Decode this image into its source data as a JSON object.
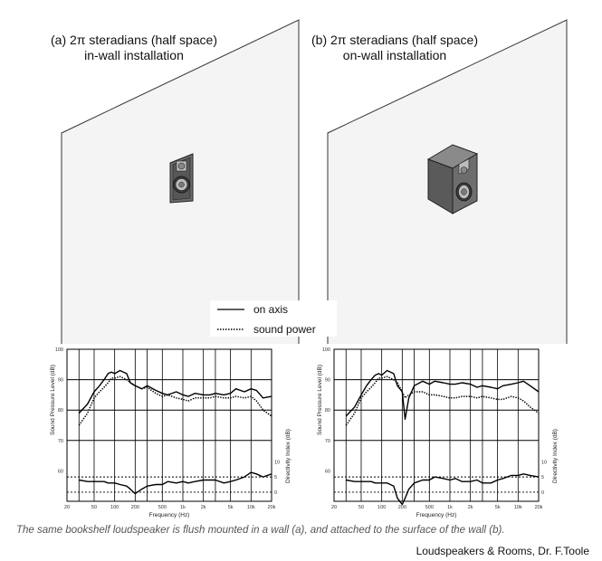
{
  "panel_a": {
    "title_line1": "(a) 2π steradians (half space)",
    "title_line2": "in-wall installation"
  },
  "panel_b": {
    "title_line1": "(b) 2π steradians (half space)",
    "title_line2": "on-wall installation"
  },
  "legend": {
    "on_axis": "on axis",
    "sound_power": "sound power"
  },
  "caption": "The same bookshelf loudspeaker is flush mounted in a wall (a), and attached to the surface of the wall (b).",
  "credit": "Loudspeakers & Rooms, Dr. F.Toole",
  "colors": {
    "wall_fill": "#f4f4f4",
    "wall_stroke": "#333333",
    "speaker_fill": "#6d6d6d",
    "speaker_dark": "#4a4a4a",
    "grid": "#000000"
  },
  "chart_data": [
    {
      "type": "line",
      "panel": "a",
      "xlabel": "Frequency (Hz)",
      "ylabel": "Sound Pressure Level (dB)",
      "y2label": "Directivity Index (dB)",
      "xscale": "log",
      "xlim": [
        20,
        20000
      ],
      "ylim": [
        50,
        100
      ],
      "x_ticks": [
        "20",
        "50",
        "100",
        "200",
        "500",
        "1k",
        "2k",
        "5k",
        "10k",
        "20k"
      ],
      "y_ticks": [
        "100",
        "90",
        "80",
        "70",
        "60"
      ],
      "y2_ticks": [
        "10",
        "5",
        "0"
      ],
      "series": [
        {
          "name": "on axis",
          "style": "solid",
          "x": [
            30,
            40,
            50,
            60,
            70,
            80,
            90,
            100,
            120,
            150,
            170,
            200,
            250,
            300,
            400,
            500,
            600,
            800,
            1000,
            1200,
            1500,
            2000,
            2500,
            3000,
            4000,
            5000,
            6000,
            8000,
            10000,
            12000,
            15000,
            20000
          ],
          "y": [
            79,
            82,
            86,
            88,
            90,
            92,
            92.5,
            92,
            93,
            92,
            89,
            88,
            87,
            88,
            86.5,
            85.5,
            85,
            86,
            85,
            84.5,
            85.5,
            85,
            85,
            85.5,
            85,
            85.5,
            87,
            86,
            87,
            86.5,
            84,
            84.5
          ]
        },
        {
          "name": "sound power",
          "style": "dotted",
          "x": [
            30,
            40,
            50,
            60,
            70,
            80,
            90,
            100,
            120,
            150,
            170,
            200,
            250,
            300,
            400,
            500,
            600,
            800,
            1000,
            1200,
            1500,
            2000,
            2500,
            3000,
            4000,
            5000,
            6000,
            8000,
            10000,
            12000,
            15000,
            20000
          ],
          "y": [
            75,
            79,
            84,
            86,
            87.5,
            89,
            90.5,
            90.5,
            91,
            90,
            89,
            88,
            87,
            87.5,
            85.5,
            84.5,
            85,
            84,
            83.5,
            83,
            84,
            84,
            84,
            84.5,
            84,
            84,
            84.5,
            84,
            84.5,
            83,
            80,
            78
          ]
        },
        {
          "name": "directivity index",
          "style": "solid",
          "x": [
            30,
            40,
            50,
            60,
            70,
            80,
            90,
            100,
            120,
            150,
            170,
            200,
            250,
            300,
            400,
            500,
            600,
            800,
            1000,
            1200,
            1500,
            2000,
            2500,
            3000,
            4000,
            5000,
            6000,
            8000,
            10000,
            12000,
            15000,
            20000
          ],
          "y": [
            4,
            3.5,
            3.5,
            3.5,
            3.5,
            3,
            3,
            3,
            2.5,
            2,
            1,
            -0.5,
            1,
            2,
            2.5,
            2.5,
            3.5,
            3,
            3.5,
            3,
            3.5,
            4,
            4,
            4,
            3,
            3.5,
            4,
            5,
            6.5,
            6,
            5,
            6
          ]
        }
      ]
    },
    {
      "type": "line",
      "panel": "b",
      "xlabel": "Frequency (Hz)",
      "ylabel": "Sound Pressure Level (dB)",
      "y2label": "Directivity Index (dB)",
      "xscale": "log",
      "xlim": [
        20,
        20000
      ],
      "ylim": [
        50,
        100
      ],
      "x_ticks": [
        "20",
        "50",
        "100",
        "200",
        "500",
        "1k",
        "2k",
        "5k",
        "10k",
        "20k"
      ],
      "y_ticks": [
        "100",
        "90",
        "80",
        "70",
        "60"
      ],
      "y2_ticks": [
        "10",
        "5",
        "0"
      ],
      "series": [
        {
          "name": "on axis",
          "style": "solid",
          "x": [
            30,
            40,
            50,
            60,
            70,
            80,
            90,
            100,
            120,
            150,
            170,
            200,
            220,
            250,
            300,
            400,
            500,
            600,
            800,
            1000,
            1200,
            1500,
            2000,
            2500,
            3000,
            4000,
            5000,
            6000,
            8000,
            10000,
            12000,
            15000,
            20000
          ],
          "y": [
            78,
            81,
            85,
            88,
            90,
            91.5,
            92,
            91.5,
            93,
            92,
            88,
            86,
            77,
            84,
            88,
            89.5,
            88.5,
            89.5,
            89,
            88.5,
            88.5,
            89,
            88.5,
            87.5,
            88,
            87.5,
            87,
            88,
            88.5,
            89,
            89.5,
            88,
            86
          ]
        },
        {
          "name": "sound power",
          "style": "dotted",
          "x": [
            30,
            40,
            50,
            60,
            70,
            80,
            90,
            100,
            120,
            150,
            170,
            200,
            220,
            250,
            300,
            400,
            500,
            600,
            800,
            1000,
            1200,
            1500,
            2000,
            2500,
            3000,
            4000,
            5000,
            6000,
            8000,
            10000,
            12000,
            15000,
            20000
          ],
          "y": [
            75,
            79,
            84,
            86,
            87.5,
            89,
            90.5,
            90.5,
            91,
            90,
            89,
            86,
            84,
            85,
            86,
            86,
            85,
            85,
            84.5,
            84,
            84,
            84.5,
            84.5,
            84,
            84.5,
            84,
            83.5,
            83.5,
            84.5,
            84,
            83,
            81,
            79
          ]
        },
        {
          "name": "directivity index",
          "style": "solid",
          "x": [
            30,
            40,
            50,
            60,
            70,
            80,
            90,
            100,
            120,
            150,
            170,
            200,
            220,
            250,
            300,
            400,
            500,
            600,
            800,
            1000,
            1200,
            1500,
            2000,
            2500,
            3000,
            4000,
            5000,
            6000,
            8000,
            10000,
            12000,
            15000,
            20000
          ],
          "y": [
            4,
            3.5,
            3.5,
            3.5,
            3.5,
            3,
            3,
            3,
            3,
            2,
            -2,
            -4,
            -2,
            1,
            3,
            4,
            4,
            5,
            4.5,
            4,
            4.5,
            3.5,
            3.5,
            4,
            3,
            3,
            4,
            4.5,
            5.5,
            5.5,
            6,
            5.5,
            5
          ]
        }
      ]
    }
  ]
}
